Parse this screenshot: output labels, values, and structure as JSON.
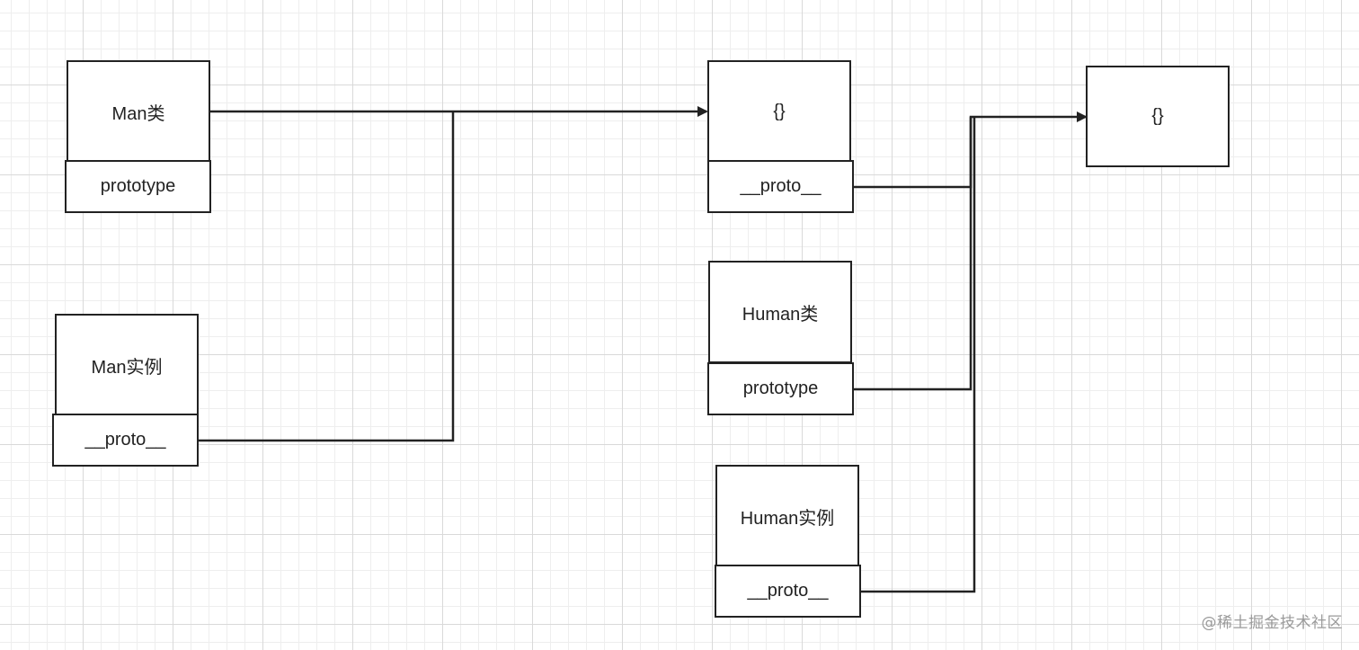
{
  "nodes": {
    "man_class": {
      "label": "Man类",
      "field": "prototype"
    },
    "man_instance": {
      "label": "Man实例",
      "field": "__proto__"
    },
    "obj_middle": {
      "label": "{}",
      "field": "__proto__"
    },
    "human_class": {
      "label": "Human类",
      "field": "prototype"
    },
    "human_instance": {
      "label": "Human实例",
      "field": "__proto__"
    },
    "obj_root": {
      "label": "{}"
    }
  },
  "edges": [
    {
      "from": "man_class.prototype",
      "to": "obj_middle"
    },
    {
      "from": "man_instance.__proto__",
      "to": "obj_middle"
    },
    {
      "from": "obj_middle.__proto__",
      "to": "obj_root"
    },
    {
      "from": "human_class.prototype",
      "to": "obj_root"
    },
    {
      "from": "human_instance.__proto__",
      "to": "obj_root"
    }
  ],
  "colors": {
    "stroke": "#222222",
    "grid_major": "#d9d9d9",
    "grid_minor": "#eeeeee",
    "watermark": "#9a9a9a"
  },
  "watermark": "@稀土掘金技术社区"
}
